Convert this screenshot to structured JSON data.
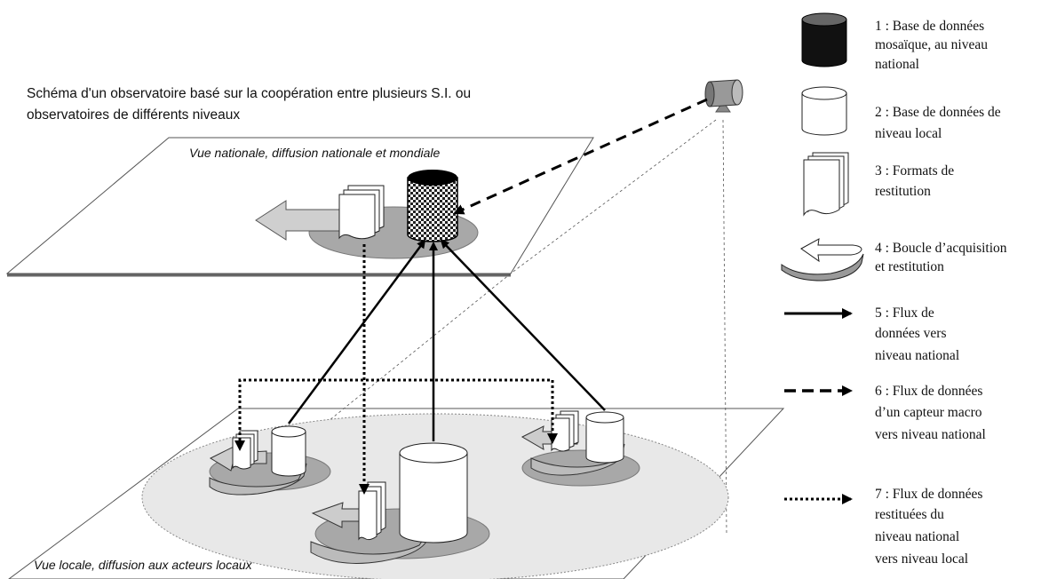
{
  "diagram": {
    "title_lines": [
      "Schéma d'un observatoire basé sur la coopération entre plusieurs S.I. ou",
      "observatoires de différents niveaux"
    ],
    "national_view_label": "Vue nationale, diffusion nationale et mondiale",
    "local_view_label": "Vue locale, diffusion aux acteurs locaux"
  },
  "legend": [
    {
      "icon": "database-national-icon",
      "lines": [
        "1 : Base de données",
        "mosaïque, au niveau",
        "national"
      ]
    },
    {
      "icon": "database-local-icon",
      "lines": [
        "2 : Base de données de",
        "niveau local"
      ]
    },
    {
      "icon": "document-stack-icon",
      "lines": [
        "3 : Formats de",
        "restitution"
      ]
    },
    {
      "icon": "loop-arrow-icon",
      "lines": [
        "4 : Boucle d’acquisition",
        "et restitution"
      ]
    },
    {
      "icon": "solid-arrow-icon",
      "lines": [
        "5 : Flux de",
        "données vers",
        "niveau national"
      ]
    },
    {
      "icon": "dashed-arrow-icon",
      "lines": [
        "6 : Flux de données",
        "d’un capteur macro",
        "vers niveau national"
      ]
    },
    {
      "icon": "dotted-arrow-icon",
      "lines": [
        "7 : Flux de données",
        "restituées du",
        "niveau national",
        "vers niveau local"
      ]
    }
  ],
  "colors": {
    "ellipse_gray": "#a8a8a8",
    "big_ellipse": "#e8e8e8",
    "arrow_gray": "#c8c8c8",
    "line": "#000000"
  }
}
